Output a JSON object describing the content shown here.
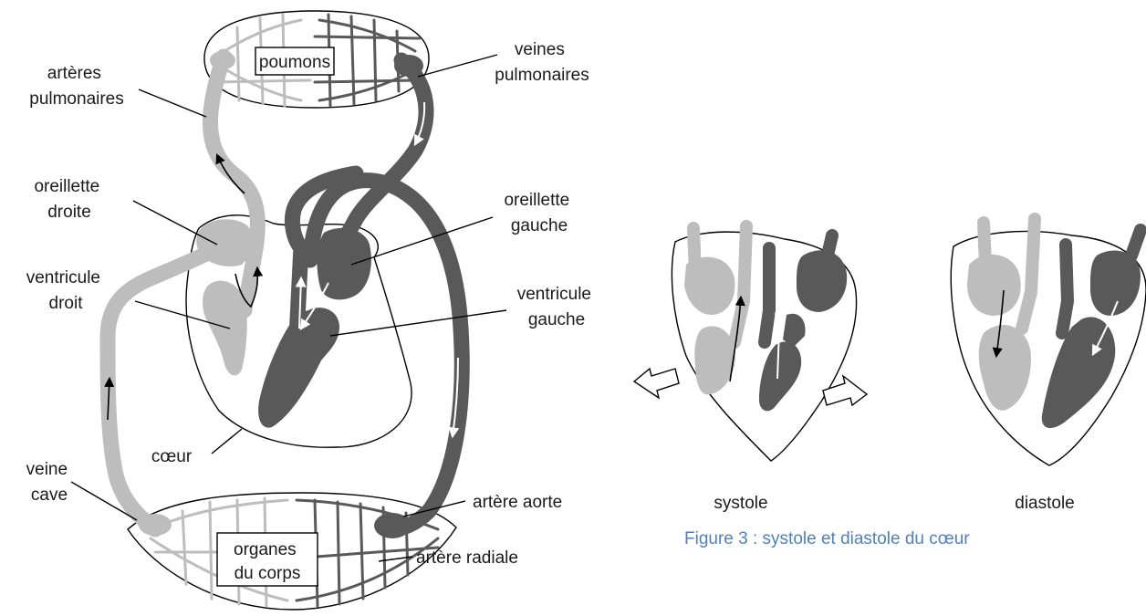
{
  "main_diagram": {
    "labels": {
      "poumons": "poumons",
      "arteres_pulmonaires": [
        "artères",
        "pulmonaires"
      ],
      "veines_pulmonaires": [
        "veines",
        "pulmonaires"
      ],
      "oreillette_droite": [
        "oreillette",
        "droite"
      ],
      "oreillette_gauche": [
        "oreillette",
        "gauche"
      ],
      "ventricule_droit": [
        "ventricule",
        "droit"
      ],
      "ventricule_gauche": [
        "ventricule",
        "gauche"
      ],
      "coeur": "cœur",
      "veine_cave": [
        "veine",
        "cave"
      ],
      "artere_aorte": "artère aorte",
      "artere_radiale": "artère radiale",
      "organes": [
        "organes",
        "du corps"
      ]
    }
  },
  "figure3": {
    "systole_label": "systole",
    "diastole_label": "diastole",
    "caption": "Figure 3 : systole et diastole du cœur"
  },
  "colors": {
    "oxygen_poor_blood": "#bdbdbd",
    "oxygen_rich_blood": "#595959",
    "caption": "#4f81bd"
  }
}
